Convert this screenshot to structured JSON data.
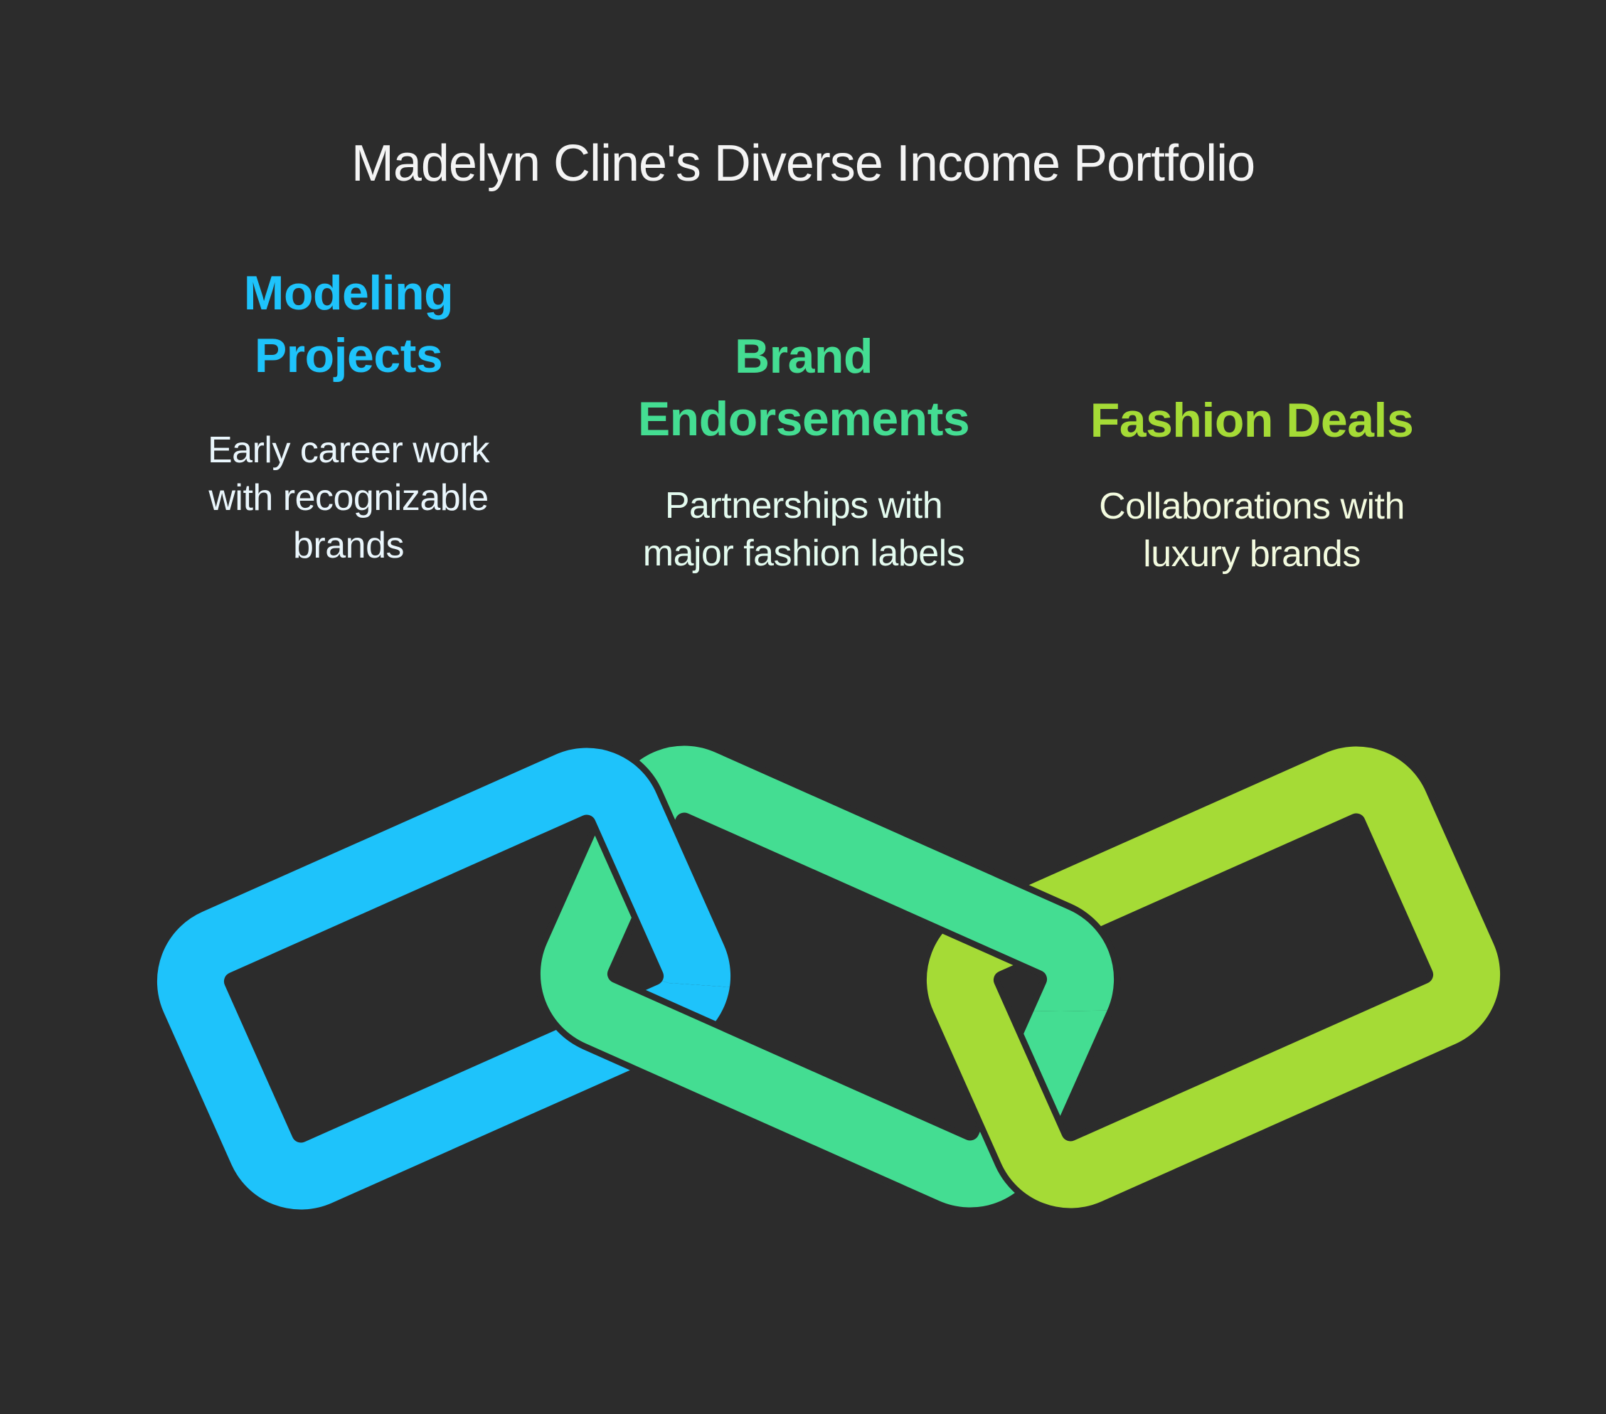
{
  "title": "Madelyn Cline's Diverse Income Portfolio",
  "background_color": "#2c2c2c",
  "columns": [
    {
      "heading": [
        "Modeling",
        "Projects"
      ],
      "description": [
        "Early career work",
        "with recognizable",
        "brands"
      ],
      "color": "#1ec3fb"
    },
    {
      "heading": [
        "Brand",
        "Endorsements"
      ],
      "description": [
        "Partnerships with",
        "major fashion labels"
      ],
      "color": "#44dd92"
    },
    {
      "heading": [
        "Fashion Deals"
      ],
      "description": [
        "Collaborations with",
        "luxury brands"
      ],
      "color": "#a5db36"
    }
  ],
  "chain": {
    "icon": "interlocking-chain-links",
    "links": [
      {
        "name": "modeling-projects-link",
        "color": "#1ec3fb"
      },
      {
        "name": "brand-endorsements-link",
        "color": "#44dd92"
      },
      {
        "name": "fashion-deals-link",
        "color": "#a5db36"
      }
    ]
  }
}
